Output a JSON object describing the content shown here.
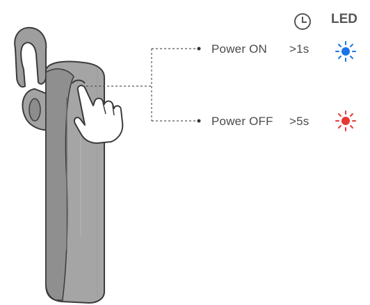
{
  "header": {
    "timer_icon": "clock-icon",
    "led_label": "LED"
  },
  "rows": [
    {
      "action": "Power ON",
      "duration": ">1s",
      "led_color": "#1a73e8",
      "led_icon": "blue-led-icon"
    },
    {
      "action": "Power OFF",
      "duration": ">5s",
      "led_color": "#e53935",
      "led_icon": "red-led-icon"
    }
  ],
  "colors": {
    "headset_body": "#9e9e9e",
    "headset_outline": "#3a3a3a",
    "hand_fill": "#ffffff"
  }
}
